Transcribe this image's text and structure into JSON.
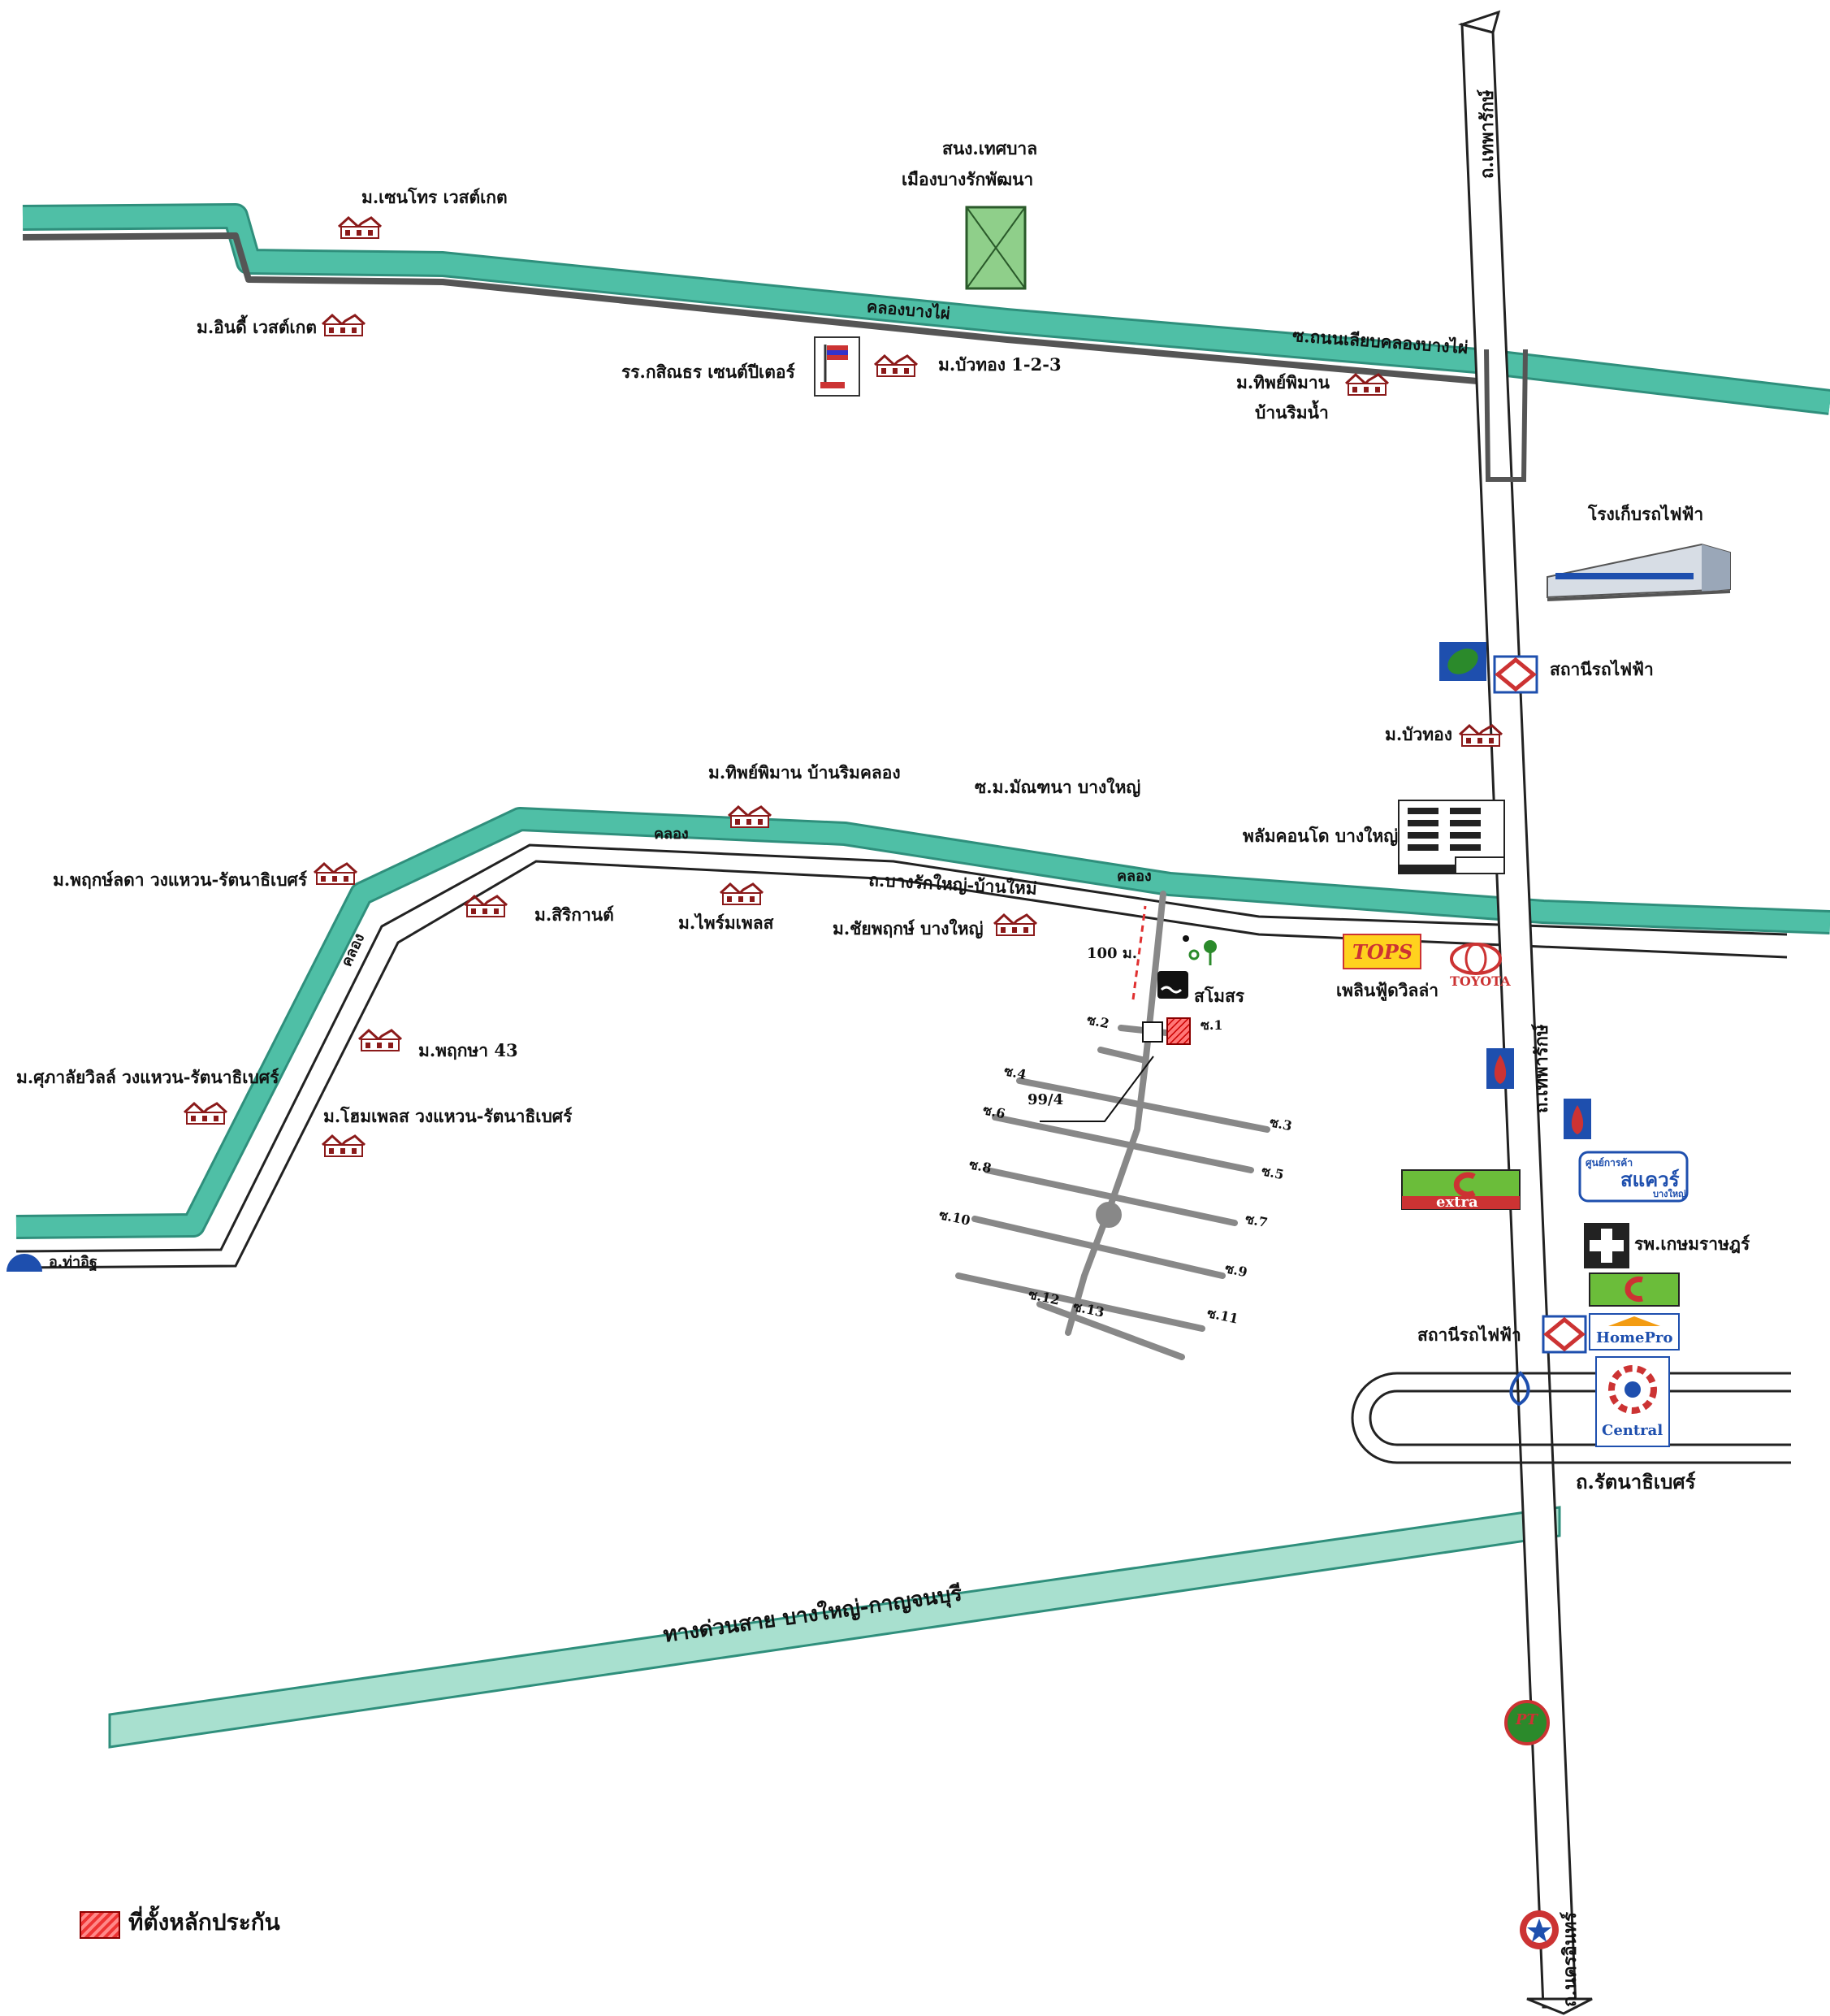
{
  "roads": {
    "thepharak_top": "ถ.เทพารักษ์",
    "thepharak_side": "ถ.เทพารักษ์",
    "nakhon_in": "ถ.นครอินทร์",
    "rattanathibet": "ถ.รัตนาธิเบศร์",
    "bang_rak_yai": "ถ.บางรักใหญ่-บ้านใหม่",
    "khlong_bang_phai_road": "ซ.ถนนเลียบคลองบางไผ่",
    "expressway": "ทางด่วนสาย บางใหญ่-กาญจนบุรี",
    "tha_it": "อ.ท่าอิฐ",
    "soi_main": "ซ.ม.มัณฑนา บางใหญ่"
  },
  "waterways": {
    "khlong_bang_phai": "คลองบางไผ่",
    "khlong_1": "คลอง",
    "khlong_2": "คลอง",
    "khlong_3": "คลอง"
  },
  "places": {
    "municipality_1": "สนง.เทศบาล",
    "municipality_2": "เมืองบางรักพัฒนา",
    "sena_westgate": "ม.เซนโทร เวสต์เกต",
    "indy_westgate": "ม.อินดี้ เวสต์เกต",
    "school": "รร.กสิณธร เซนต์ปีเตอร์",
    "buathong_123": "ม.บัวทอง 1-2-3",
    "thipphiman_1": "ม.ทิพย์พิมาน",
    "thipphiman_2": "บ้านริมน้ำ",
    "depot": "โรงเก็บรถไฟฟ้า",
    "station_1": "สถานีรถไฟฟ้า",
    "buathong": "ม.บัวทอง",
    "thipphiman_khlong": "ม.ทิพย์พิมาน บ้านริมคลอง",
    "plum_condo": "พลัมคอนโด บางใหญ่",
    "phruksa_lada": "ม.พฤกษ์ลดา วงแหวน-รัตนาธิเบศร์",
    "sirikarn": "ม.สิริกานต์",
    "private_place": "ม.ไพร์มเพลส",
    "chaiyaphruek": "ม.ชัยพฤกษ์ บางใหญ่",
    "phruksa_43": "ม.พฤกษา 43",
    "supalai_ville": "ม.ศุภาลัยวิลล์ วงแหวน-รัตนาธิเบศร์",
    "home_place": "ม.โฮมเพลส วงแหวน-รัตนาธิเบศร์",
    "pool": "สโมสร",
    "distance": "100 ม.",
    "plot_number": "99/4",
    "plearn_villa": "เพลินฟู้ดวิลล่า",
    "hospital": "รพ.เกษมราษฎร์",
    "station_2": "สถานีรถไฟฟ้า"
  },
  "sois": [
    "ซ.1",
    "ซ.2",
    "ซ.3",
    "ซ.4",
    "ซ.5",
    "ซ.6",
    "ซ.7",
    "ซ.8",
    "ซ.9",
    "ซ.10",
    "ซ.11",
    "ซ.12",
    "ซ.13"
  ],
  "logos": {
    "tops": "TOPS",
    "toyota": "TOYOTA",
    "extra": "extra",
    "homepro": "HomePro",
    "central": "Central",
    "square_small": "ศูนย์การค้า",
    "square_main": "สแควร์",
    "square_sub": "บางใหญ่",
    "pt": "PT"
  },
  "legend": {
    "collateral": "ที่ตั้งหลักประกัน"
  },
  "colors": {
    "canal": "#4fbfa6",
    "canal_border": "#2f8f7c",
    "road": "#ffffff",
    "road_border": "#222222",
    "soi": "#888888",
    "collateral": "#e03030",
    "house_roof": "#8b1a1a"
  }
}
